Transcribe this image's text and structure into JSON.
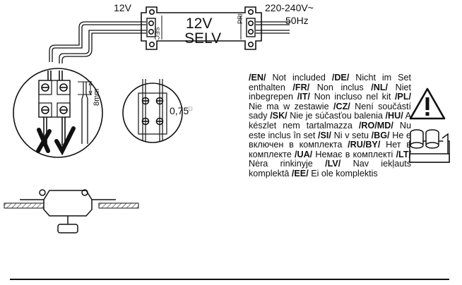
{
  "wiring": {
    "secondary_voltage": "12V",
    "primary_voltage": "220-240V~",
    "frequency": "50Hz",
    "transformer_line1": "12V",
    "transformer_line2": "SELV",
    "sec_label": "SEC",
    "pri_label": "PRI"
  },
  "detail": {
    "strip_length": "8mm",
    "wire_section": "0,75",
    "square_symbol": "□"
  },
  "notice": {
    "entries": [
      {
        "code": "/EN/",
        "text": "Not included"
      },
      {
        "code": "/DE/",
        "text": "Nicht im Set enthalten"
      },
      {
        "code": "/FR/",
        "text": "Non inclus"
      },
      {
        "code": "/NL/",
        "text": "Niet inbegrepen"
      },
      {
        "code": "/IT/",
        "text": "Non incluso nel kit"
      },
      {
        "code": "/PL/",
        "text": "Nie ma w zestawie"
      },
      {
        "code": "/CZ/",
        "text": "Není součástí sady"
      },
      {
        "code": "/SK/",
        "text": "Nie je súčasťou balenia"
      },
      {
        "code": "/HU/",
        "text": "A készlet nem tartalmazza"
      },
      {
        "code": "/RO/MD/",
        "text": "Nu este inclus în set"
      },
      {
        "code": "/SI/",
        "text": "Ni v setu"
      },
      {
        "code": "/BG/",
        "text": "Не е включен в комплекта"
      },
      {
        "code": "/RU/BY/",
        "text": "Нет в комплекте"
      },
      {
        "code": "/UA/",
        "text": "Немає в комплекті"
      },
      {
        "code": "/LT/",
        "text": "Nėra rinkinyje"
      },
      {
        "code": "/LV/",
        "text": "Nav iekļauts komplektā"
      },
      {
        "code": "/EE/",
        "text": "Ei ole komplektis"
      }
    ]
  },
  "icons": [
    "warning-triangle-icon",
    "terminal-block-icon",
    "cross-mark-icon",
    "check-mark-icon"
  ]
}
